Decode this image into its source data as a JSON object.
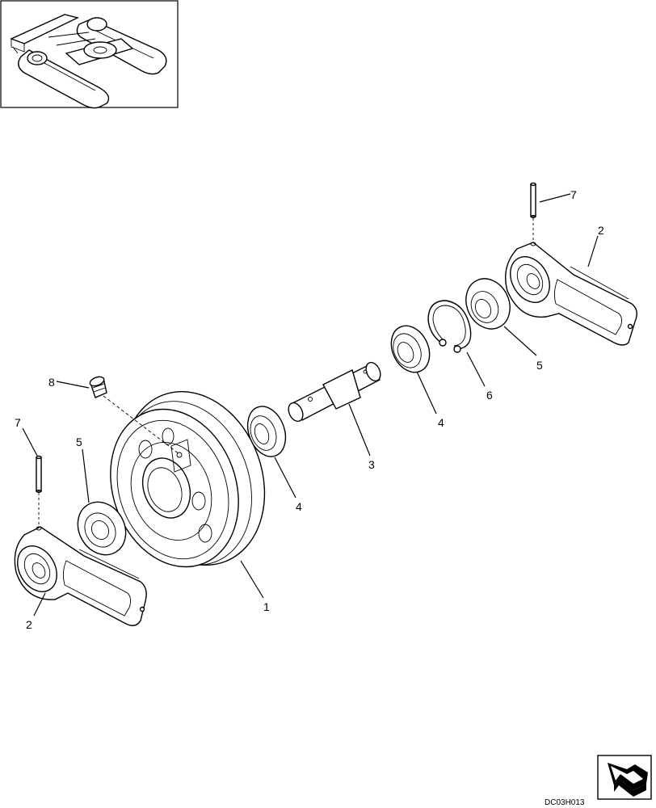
{
  "callouts": {
    "c1": "1",
    "c2_left": "2",
    "c2_right": "2",
    "c3": "3",
    "c4_left": "4",
    "c4_right": "4",
    "c5_left": "5",
    "c5_right": "5",
    "c6": "6",
    "c7_left": "7",
    "c7_right": "7",
    "c8": "8"
  },
  "drawing_code": "DC03H013",
  "icons": {
    "locator": "machine-undercarriage-locator-thumbnail",
    "nav": "next-page-arrow-icon"
  }
}
